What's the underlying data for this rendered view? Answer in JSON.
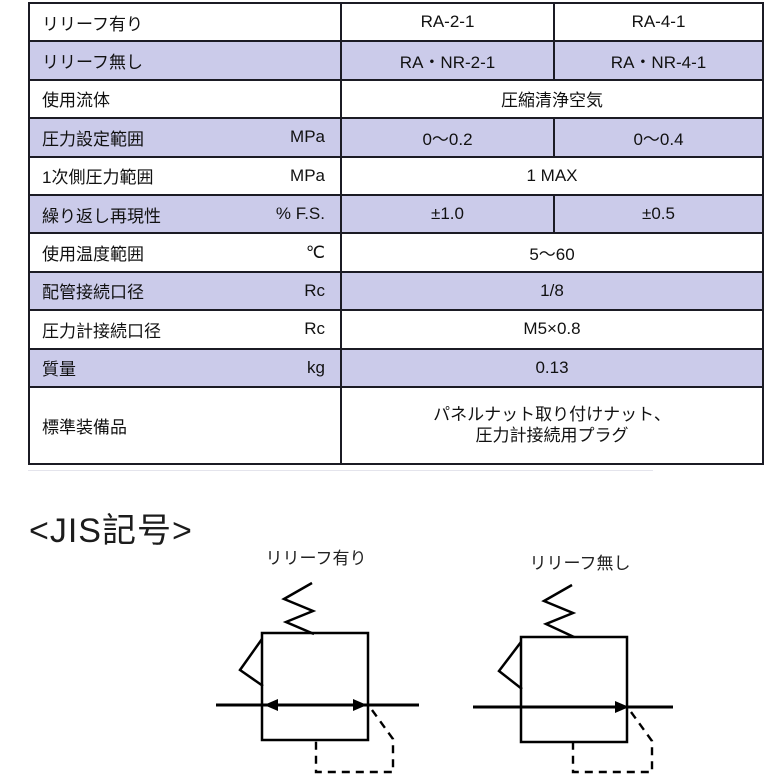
{
  "colors": {
    "shaded_row": "#cbcbea",
    "border": "#1b1b24",
    "text": "#111111",
    "background": "#ffffff"
  },
  "table": {
    "rows": [
      {
        "label": "リリーフ有り",
        "unit": "",
        "cells": [
          "RA-2-1",
          "RA-4-1"
        ],
        "shaded": false
      },
      {
        "label": "リリーフ無し",
        "unit": "",
        "cells": [
          "RA・NR-2-1",
          "RA・NR-4-1"
        ],
        "shaded": true
      },
      {
        "label": "使用流体",
        "unit": "",
        "cells": [
          "圧縮清浄空気"
        ],
        "shaded": false
      },
      {
        "label": "圧力設定範囲",
        "unit": "MPa",
        "cells": [
          "0〜0.2",
          "0〜0.4"
        ],
        "shaded": true
      },
      {
        "label": "1次側圧力範囲",
        "unit": "MPa",
        "cells": [
          "1 MAX"
        ],
        "shaded": false
      },
      {
        "label": "繰り返し再現性",
        "unit": "% F.S.",
        "cells": [
          "±1.0",
          "±0.5"
        ],
        "shaded": true
      },
      {
        "label": "使用温度範囲",
        "unit": "℃",
        "cells": [
          "5〜60"
        ],
        "shaded": false
      },
      {
        "label": "配管接続口径",
        "unit": "Rc",
        "cells": [
          "1/8"
        ],
        "shaded": true
      },
      {
        "label": "圧力計接続口径",
        "unit": "Rc",
        "cells": [
          "M5×0.8"
        ],
        "shaded": false
      },
      {
        "label": "質量",
        "unit": "kg",
        "cells": [
          "0.13"
        ],
        "shaded": true
      },
      {
        "label": "標準装備品",
        "unit": "",
        "cells": [
          "パネルナット取り付けナット、\n圧力計接続用プラグ"
        ],
        "shaded": false
      }
    ]
  },
  "jis_section": {
    "heading": "<JIS記号>",
    "diagrams": [
      {
        "label": "リリーフ有り",
        "type": "regulator-with-relief-double-arrow"
      },
      {
        "label": "リリーフ無し",
        "type": "regulator-no-relief-single-arrow"
      }
    ]
  }
}
